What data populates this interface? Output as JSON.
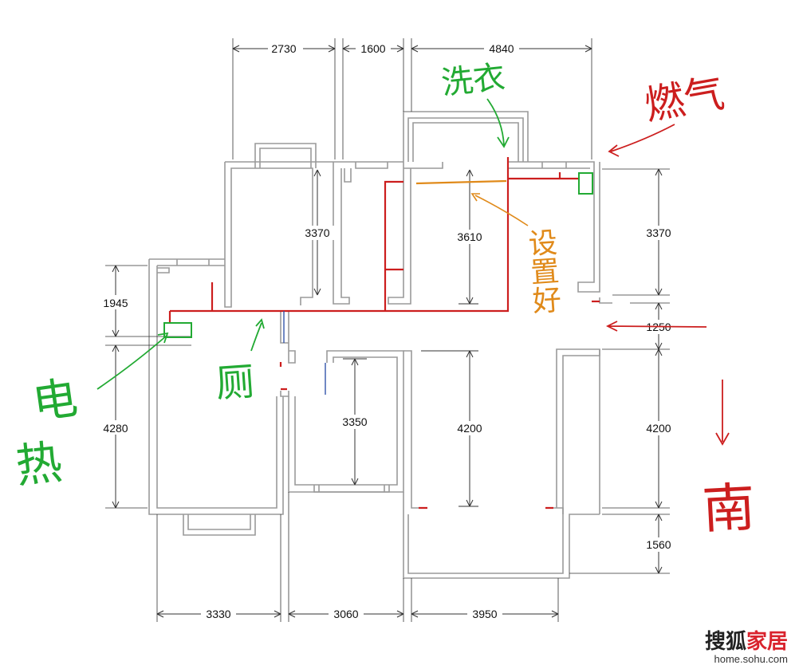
{
  "dimensions": {
    "top": [
      "2730",
      "1600",
      "4840"
    ],
    "bottom": [
      "3330",
      "3060",
      "3950"
    ],
    "left": [
      "1945",
      "4280"
    ],
    "right": [
      "3370",
      "1250",
      "4200",
      "1560"
    ],
    "room_heights": [
      "3370",
      "3610",
      "3350",
      "4200"
    ]
  },
  "annotations": {
    "laundry": "洗衣",
    "gas": "燃气",
    "wire": "设置好",
    "electric_heat_1": "电",
    "electric_heat_2": "热",
    "toilet": "厕",
    "south": "南"
  },
  "watermark": {
    "brand_black": "搜狐",
    "brand_red": "家居",
    "url": "home.sohu.com"
  },
  "colors": {
    "pipe_red": "#cc1e1e",
    "pipe_orange": "#e08a1a",
    "heater_green": "#22aa33",
    "wall_gray": "#9a9a9a"
  }
}
